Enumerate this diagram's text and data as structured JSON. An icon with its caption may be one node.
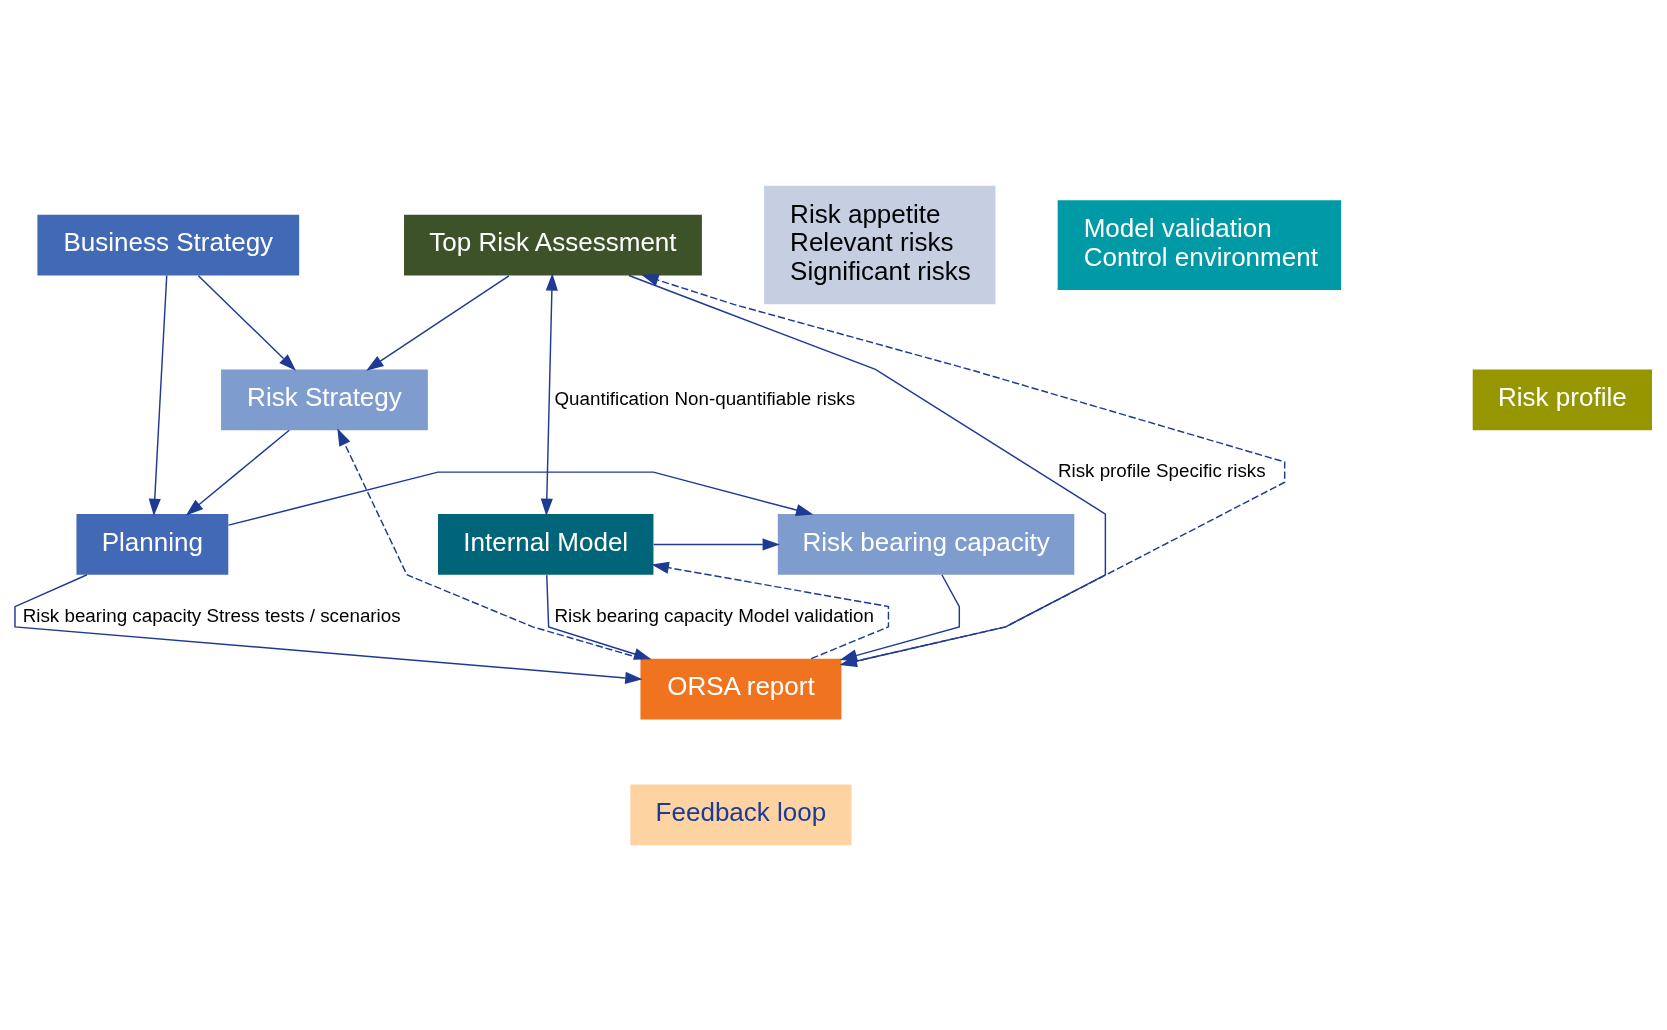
{
  "diagram": {
    "nodes": [
      {
        "text": [
          "Business Strategy"
        ]
      },
      {
        "text": [
          "Risk Strategy"
        ]
      },
      {
        "text": [
          "Risk appetite",
          "Relevant risks",
          "Significant risks"
        ]
      },
      {
        "text": [
          "Top Risk Assessment"
        ]
      },
      {
        "text": [
          "Risk profile"
        ]
      },
      {
        "text": [
          "Model validation",
          "Control environment"
        ]
      },
      {
        "text": [
          "Internal Model"
        ]
      },
      {
        "text": [
          "Planning"
        ]
      },
      {
        "text": [
          "Risk bearing capacity"
        ]
      },
      {
        "text": [
          "ORSA report"
        ]
      },
      {
        "text": [
          "Feedback loop"
        ]
      }
    ],
    "edges": [
      {
        "from": 0,
        "to": 1,
        "arrow": "to"
      },
      {
        "from": 0,
        "to": 7,
        "arrow": "to"
      },
      {
        "from": 3,
        "to": 1,
        "arrow": "to"
      },
      {
        "from": 1,
        "to": 7,
        "arrow": "to"
      },
      {
        "from": 3,
        "to": 6,
        "arrow": "both",
        "label": "Quantification Non-quantifiable risks"
      },
      {
        "from": 7,
        "to": 8,
        "arrow": "to"
      },
      {
        "from": 6,
        "to": 8,
        "arrow": "to"
      },
      {
        "from": 6,
        "to": 9,
        "arrow": "to",
        "label": "Risk bearing capacity Model validation"
      },
      {
        "from": 7,
        "to": 9,
        "arrow": "to",
        "label": "Risk bearing capacity Stress tests / scenarios"
      },
      {
        "from": 8,
        "to": 9,
        "arrow": "to"
      },
      {
        "from": 3,
        "to": 9,
        "arrow": "to",
        "label": "Risk profile Specific risks"
      },
      {
        "from": 9,
        "to": 1,
        "arrow": "to",
        "style": "dashed"
      },
      {
        "from": 9,
        "to": 3,
        "arrow": "to",
        "style": "dashed"
      },
      {
        "from": 9,
        "to": 6,
        "arrow": "to",
        "style": "dashed"
      }
    ]
  }
}
